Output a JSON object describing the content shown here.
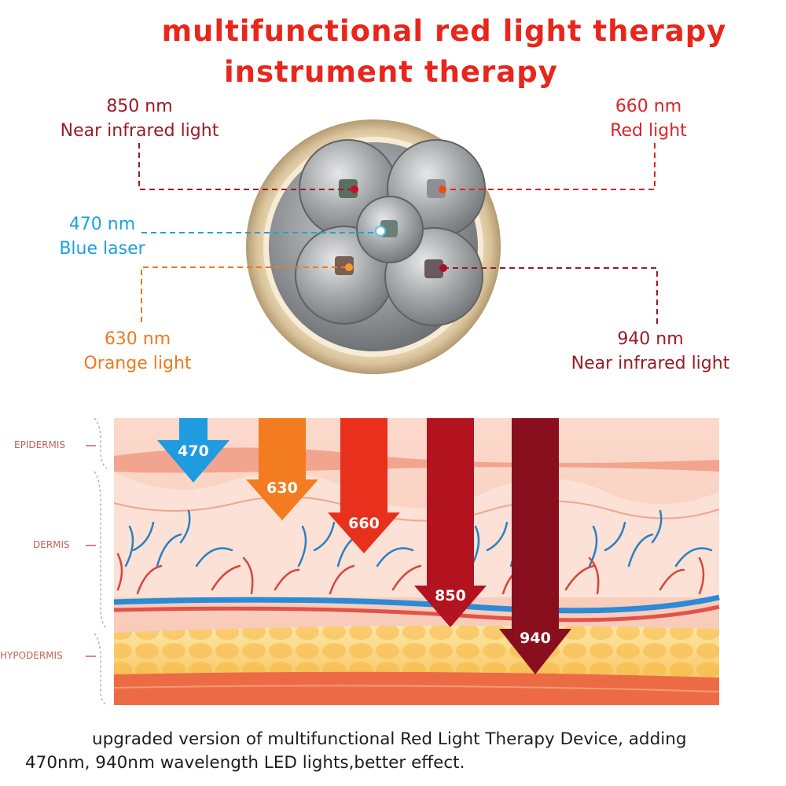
{
  "title": {
    "line1": "multifunctional red light therapy",
    "line2": "instrument therapy"
  },
  "wavelengths": [
    {
      "id": "850",
      "nm": "850 nm",
      "desc": "Near infrared light",
      "color": "#9b1b24"
    },
    {
      "id": "660",
      "nm": "660 nm",
      "desc": "Red light",
      "color": "#d6262b"
    },
    {
      "id": "470",
      "nm": "470 nm",
      "desc": "Blue laser",
      "color": "#1aa2e0"
    },
    {
      "id": "630",
      "nm": "630 nm",
      "desc": "Orange light",
      "color": "#ec7a22"
    },
    {
      "id": "940",
      "nm": "940 nm",
      "desc": "Near infrared light",
      "color": "#9b1b24"
    }
  ],
  "skin_layers": {
    "epidermis": "EPIDERMIS",
    "dermis": "DERMIS",
    "hypodermis": "HYPODERMIS"
  },
  "penetration_arrows": [
    {
      "label": "470",
      "color": "#1f9be0"
    },
    {
      "label": "630",
      "color": "#f47c20"
    },
    {
      "label": "660",
      "color": "#e8301c"
    },
    {
      "label": "850",
      "color": "#b3121f"
    },
    {
      "label": "940",
      "color": "#8a0f1e"
    }
  ],
  "caption": {
    "line1": "upgraded version of multifunctional Red Light Therapy Device, adding",
    "line2": "470nm, 940nm wavelength LED lights,better effect."
  }
}
